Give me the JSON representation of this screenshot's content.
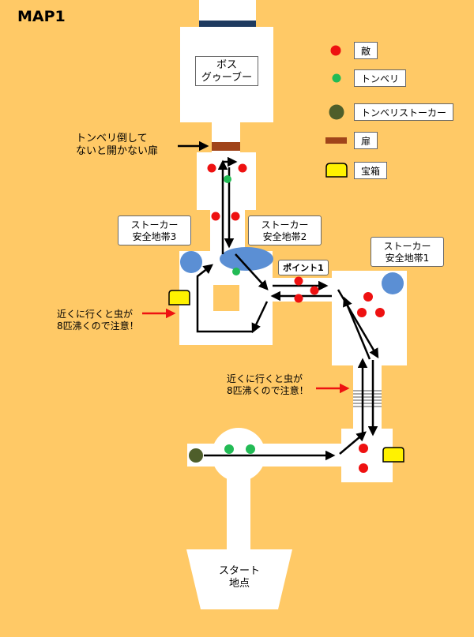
{
  "title": "MAP1",
  "legend": {
    "enemy": "敵",
    "tonberi": "トンベリ",
    "stalker": "トンベリストーカー",
    "door": "扉",
    "chest": "宝箱"
  },
  "rooms": {
    "boss_line1": "ボス",
    "boss_line2": "グゥーブー",
    "start_line1": "スタート",
    "start_line2": "地点"
  },
  "notes": {
    "door_line1": "トンベリ倒して",
    "door_line2": "ないと開かない扉",
    "bugs_a_line1": "近くに行くと虫が",
    "bugs_a_line2": "8匹沸くので注意！",
    "bugs_b_line1": "近くに行くと虫が",
    "bugs_b_line2": "8匹沸くので注意！",
    "point1": "ポイント1"
  },
  "safe_zones": [
    {
      "line1": "ストーカー",
      "line2": "安全地帯3"
    },
    {
      "line1": "ストーカー",
      "line2": "安全地帯2"
    },
    {
      "line1": "ストーカー",
      "line2": "安全地帯1"
    }
  ],
  "colors": {
    "background": "#FFC966",
    "enemy": "#EE1111",
    "tonberi": "#22BB55",
    "stalker": "#4E5E2A",
    "door": "#A0441A",
    "chest": "#FFF200",
    "safe_zone": "#5B8FD4",
    "danger_arrow": "#EE1111"
  }
}
